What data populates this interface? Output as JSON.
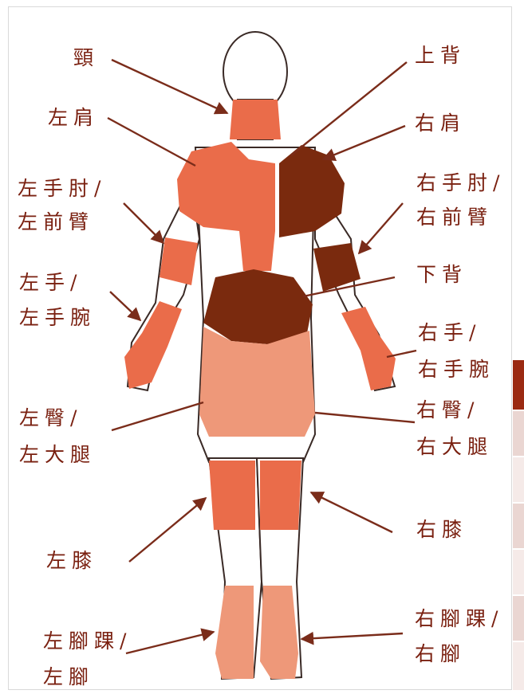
{
  "colors": {
    "light": "#ee9879",
    "medium": "#ea6c4a",
    "dark": "#7a2a0e",
    "outline": "#3a2a26",
    "arrow": "#7a2c1a"
  },
  "labels": {
    "neck": "頸",
    "upper_back": "上背",
    "left_shoulder": "左肩",
    "right_shoulder": "右肩",
    "left_elbow_1": "左手肘/",
    "left_elbow_2": "左前臂",
    "right_elbow_1": "右手肘/",
    "right_elbow_2": "右前臂",
    "lower_back": "下背",
    "left_hand_1": "左手/",
    "left_hand_2": "左手腕",
    "right_hand_1": "右手/",
    "right_hand_2": "右手腕",
    "left_hip_1": "左臀/",
    "left_hip_2": "左大腿",
    "right_hip_1": "右臀/",
    "right_hip_2": "右大腿",
    "left_knee": "左膝",
    "right_knee": "右膝",
    "left_ankle_1": "左腳踝/",
    "left_ankle_2": "左腳",
    "right_ankle_1": "右腳踝/",
    "right_ankle_2": "右腳"
  }
}
